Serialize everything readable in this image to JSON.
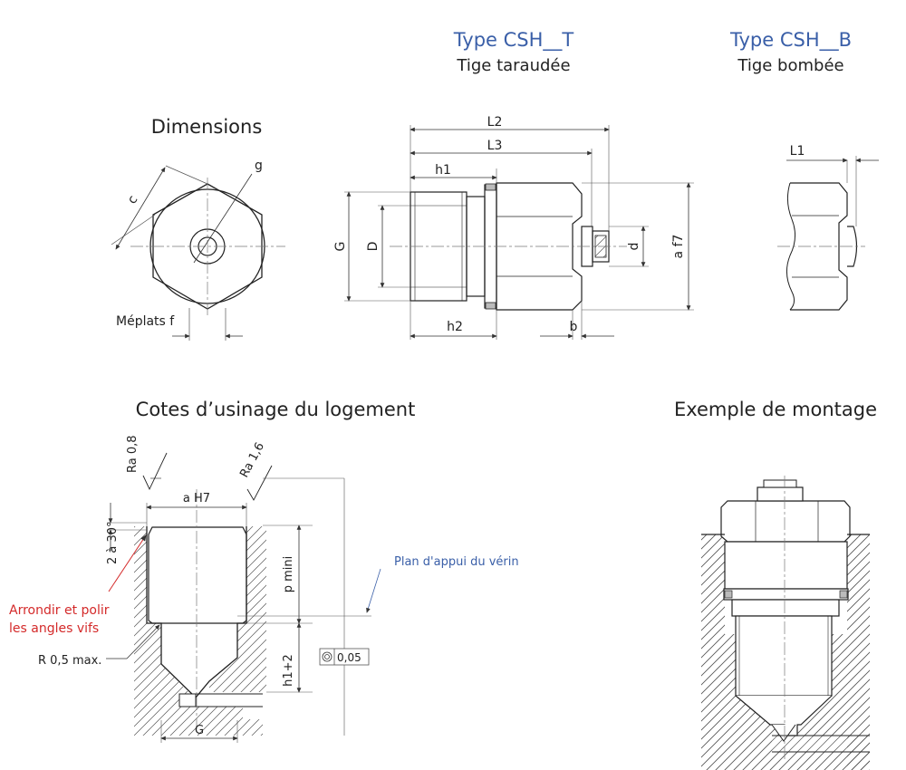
{
  "headers": {
    "type_t": {
      "type": "Type CSH__T",
      "subtitle": "Tige taraudée"
    },
    "type_b": {
      "type": "Type CSH__B",
      "subtitle": "Tige bombée"
    }
  },
  "sections": {
    "dimensions": "Dimensions",
    "usinage": "Cotes d’usinage du logement",
    "montage": "Exemple de montage"
  },
  "dimension_labels": {
    "c": "c",
    "g": "g",
    "meplats": "Méplats f",
    "L2": "L2",
    "L3": "L3",
    "h1": "h1",
    "h2": "h2",
    "b": "b",
    "G": "G",
    "D": "D",
    "d": "d",
    "af7": "a f7",
    "L1": "L1"
  },
  "usinage_labels": {
    "ra08": "Ra 0,8",
    "ra16": "Ra 1,6",
    "aH7": "a H7",
    "chamfer": "2 à 30°",
    "arrondir_1": "Arrondir et polir",
    "arrondir_2": "les angles vifs",
    "r05": "R  0,5 max.",
    "pmini": "p  mini",
    "h1plus2": "h1+2",
    "G": "G",
    "plan_appui": "Plan d'appui du vérin",
    "tolerance": "0,05"
  },
  "colors": {
    "blue": "#3a5fa8",
    "red": "#d42a2a",
    "line": "#222222",
    "thin": "#555555"
  }
}
